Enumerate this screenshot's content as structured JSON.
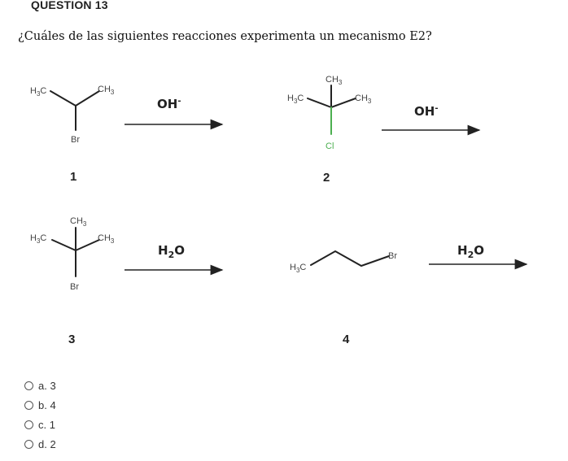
{
  "question": {
    "number_label": "QUESTION 13",
    "text": "¿Cuáles de las siguientes reacciones experimenta un mecanismo E2?"
  },
  "reactions": [
    {
      "label": "1",
      "reagent": "OH",
      "reagent_charge": "-",
      "atoms": {
        "left": "H3C",
        "right": "CH3",
        "bottom": "Br"
      }
    },
    {
      "label": "2",
      "reagent": "OH",
      "reagent_charge": "-",
      "atoms": {
        "top": "CH3",
        "left": "H3C",
        "right": "CH3",
        "bottom": "Cl"
      }
    },
    {
      "label": "3",
      "reagent": "H2O",
      "atoms": {
        "top": "CH3",
        "left": "H3C",
        "right": "CH3",
        "bottom": "Br"
      }
    },
    {
      "label": "4",
      "reagent": "H2O",
      "atoms": {
        "left": "H3C",
        "right": "Br"
      }
    }
  ],
  "options": [
    {
      "id": "a",
      "label": "a. 3"
    },
    {
      "id": "b",
      "label": "b. 4"
    },
    {
      "id": "c",
      "label": "c. 1"
    },
    {
      "id": "d",
      "label": "d. 2"
    }
  ]
}
